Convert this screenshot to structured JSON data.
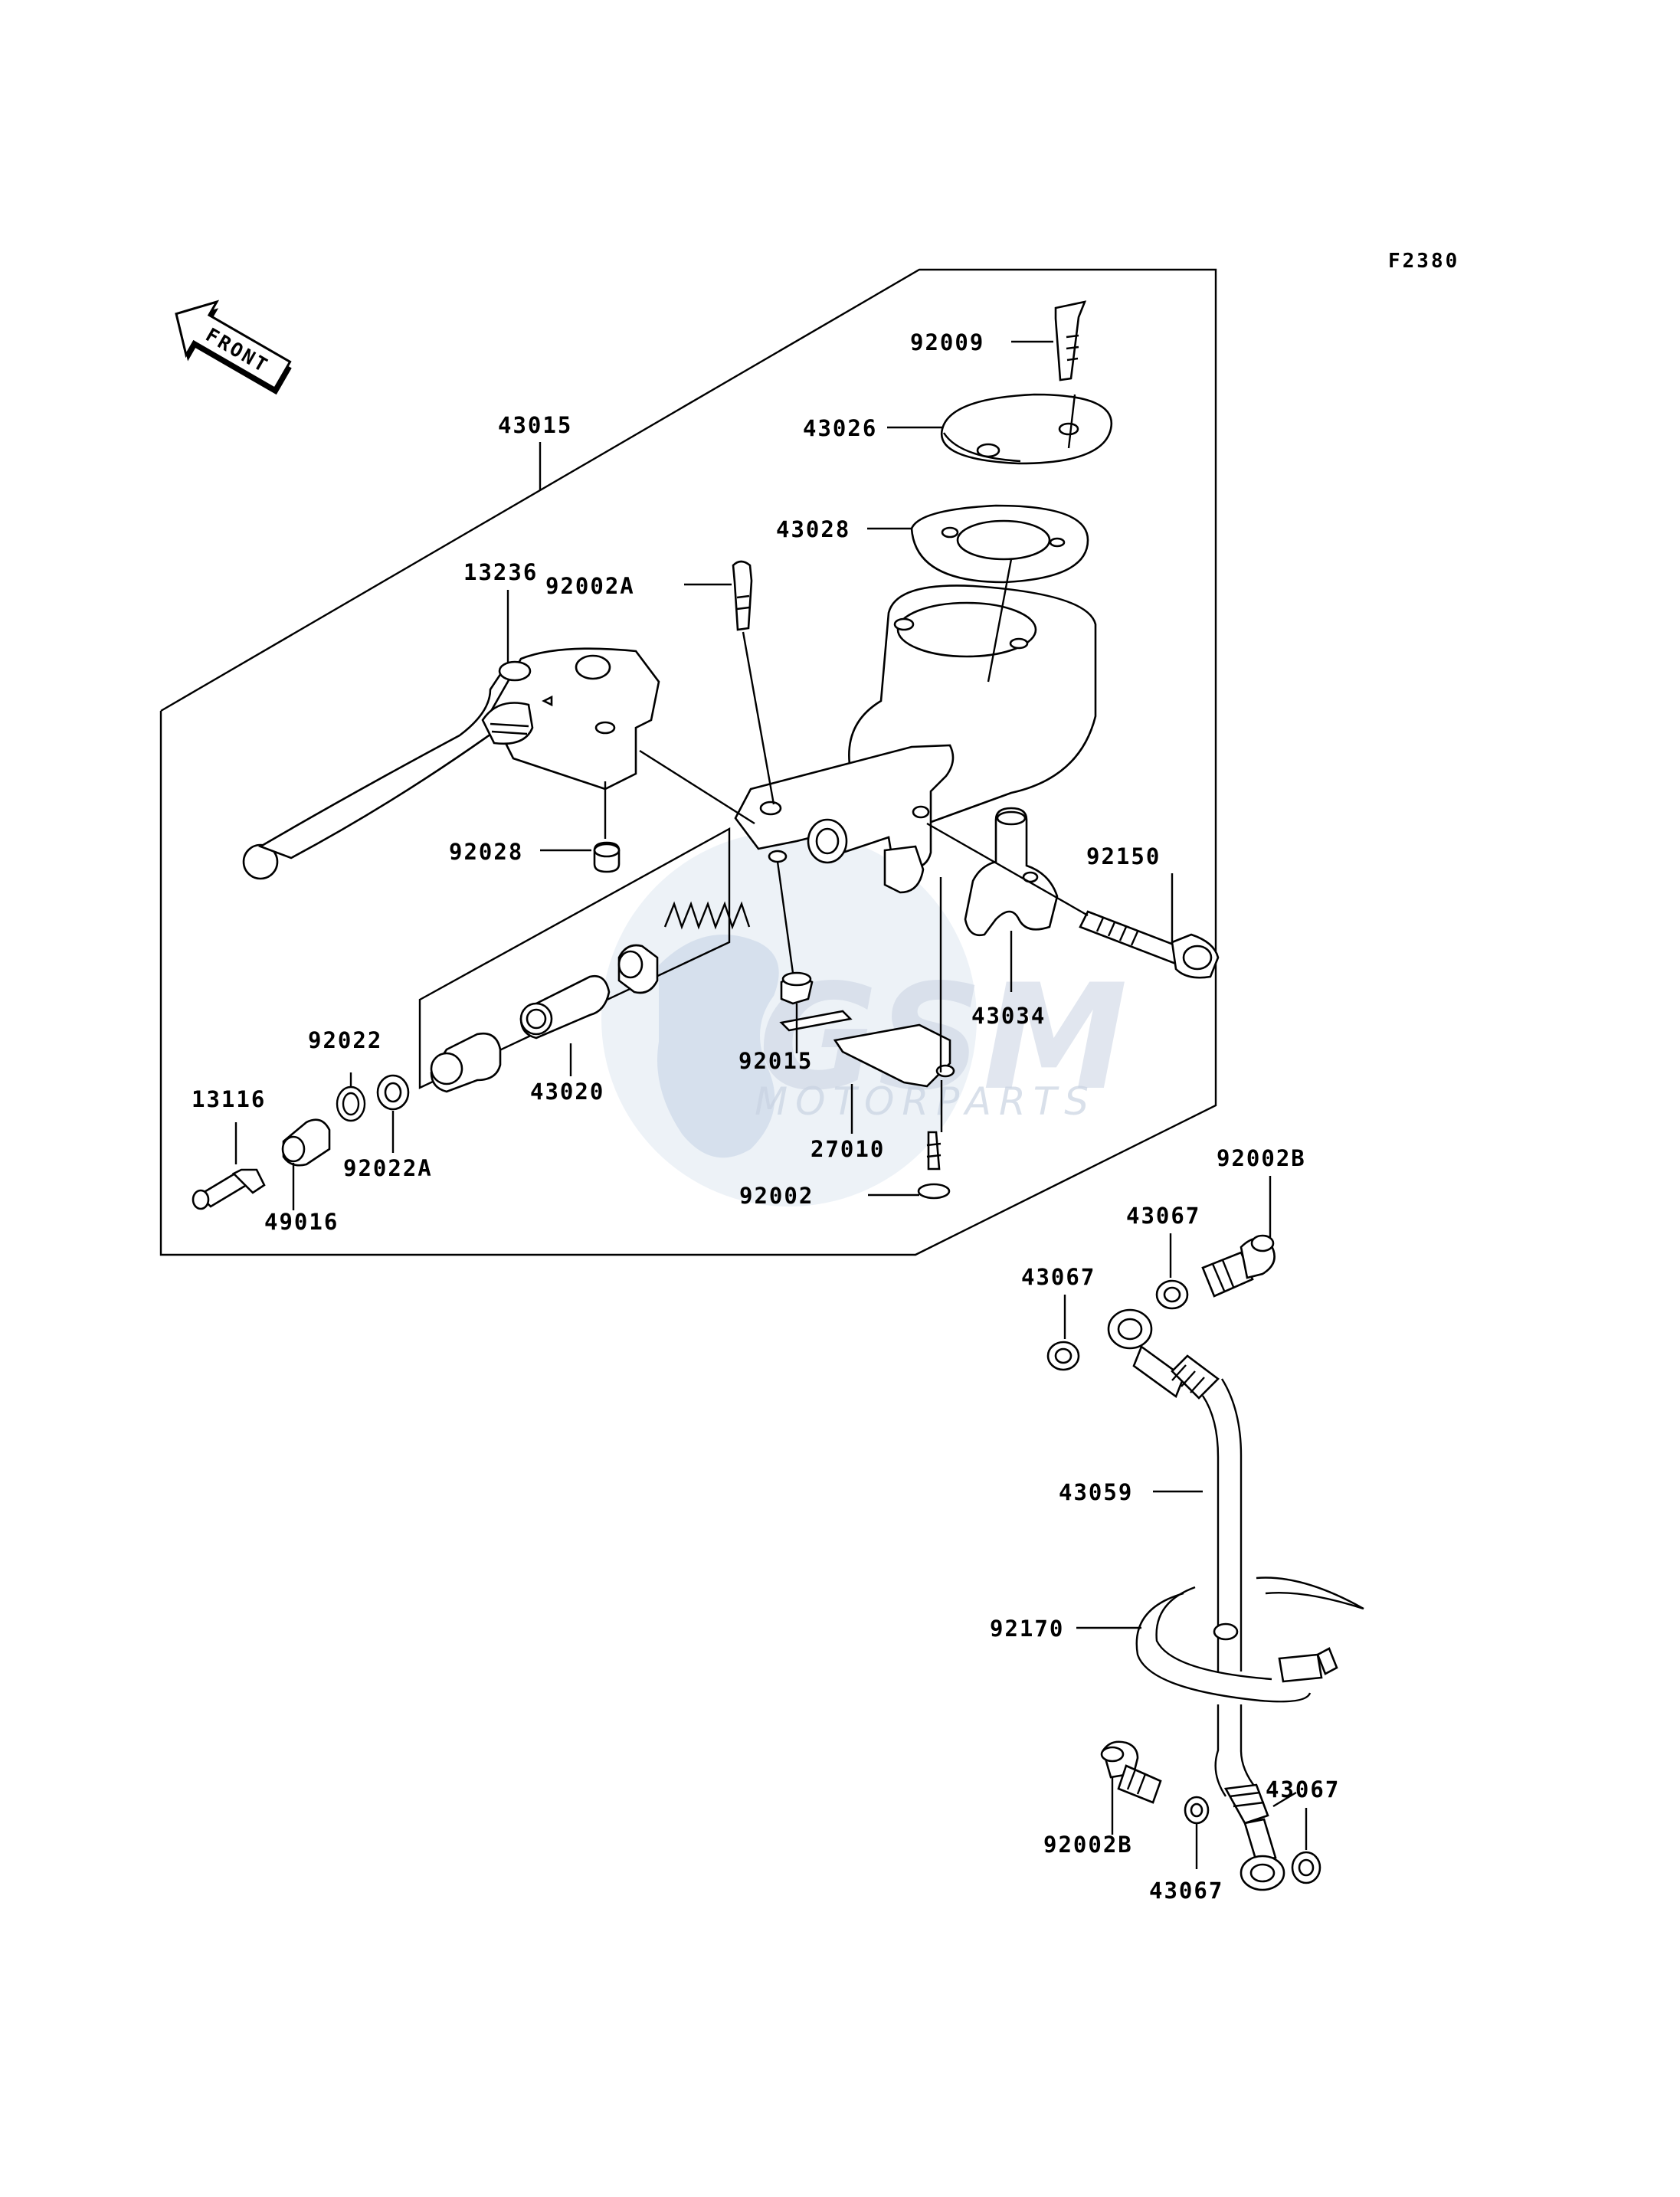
{
  "diagram_code": "F2380",
  "front_arrow_label": "FRONT",
  "watermark": {
    "title": "GSM",
    "subtitle": "MOTORPARTS"
  },
  "parts": {
    "p92009": "92009",
    "p43026": "43026",
    "p43015": "43015",
    "p43028": "43028",
    "p92002A": "92002A",
    "p13236": "13236",
    "p92028": "92028",
    "p92150": "92150",
    "p43034": "43034",
    "p92015": "92015",
    "p92022": "92022",
    "p13116": "13116",
    "p43020": "43020",
    "p92022A": "92022A",
    "p27010": "27010",
    "p49016": "49016",
    "p92002": "92002",
    "p92002B_top": "92002B",
    "p43067_a": "43067",
    "p43067_b": "43067",
    "p43059": "43059",
    "p92170": "92170",
    "p43067_c": "43067",
    "p92002B_bottom": "92002B",
    "p43067_d": "43067"
  },
  "colors": {
    "line": "#000000",
    "watermark": "#c9d3e2"
  }
}
